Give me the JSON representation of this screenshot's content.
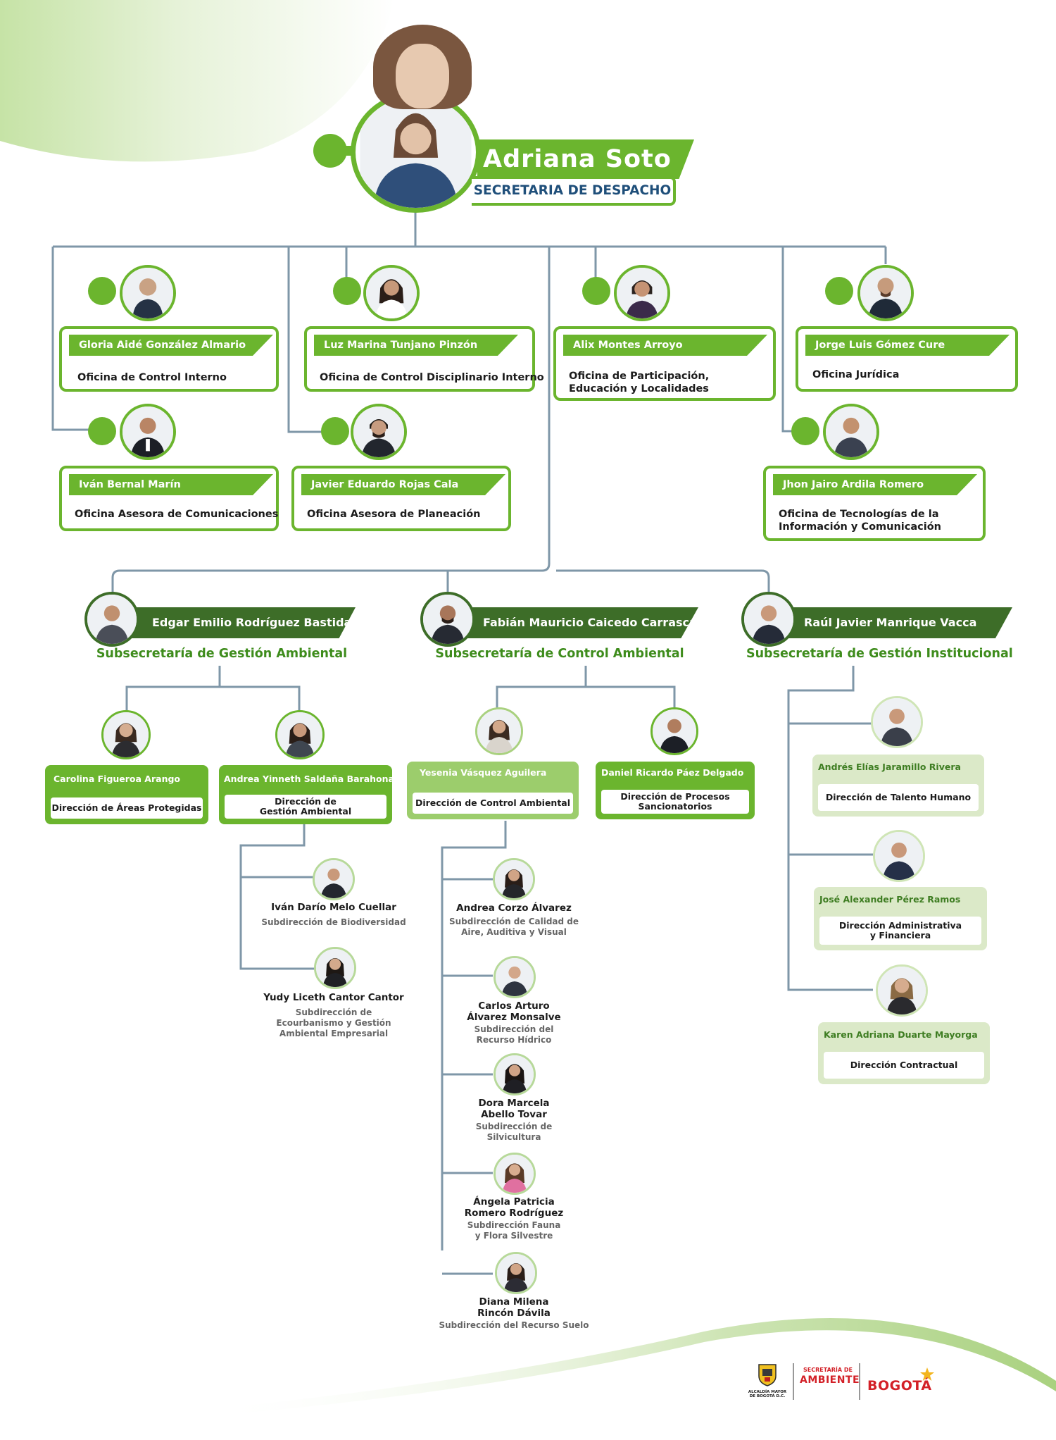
{
  "head": {
    "name": "Adriana Soto",
    "title": "SECRETARIA DE DESPACHO"
  },
  "offices": [
    {
      "name": "Gloria Aidé González Almario",
      "office": "Oficina de Control Interno"
    },
    {
      "name": "Luz Marina Tunjano Pinzón",
      "office": "Oficina de Control Disciplinario Interno"
    },
    {
      "name": "Alix Montes Arroyo",
      "office": "Oficina de Participación,\nEducación y Localidades"
    },
    {
      "name": "Jorge Luis Gómez Cure",
      "office": "Oficina Jurídica"
    },
    {
      "name": "Iván Bernal Marín",
      "office": "Oficina Asesora de Comunicaciones"
    },
    {
      "name": "Javier Eduardo Rojas Cala",
      "office": "Oficina Asesora de Planeación"
    },
    {
      "name": "Jhon Jairo Ardila Romero",
      "office": "Oficina de Tecnologías de la\nInformación y Comunicación"
    }
  ],
  "subsecretarias": [
    {
      "name": "Edgar Emilio Rodríguez Bastidas",
      "unit": "Subsecretaría de Gestión Ambiental"
    },
    {
      "name": "Fabián Mauricio Caicedo Carrascal",
      "unit": "Subsecretaría de Control Ambiental"
    },
    {
      "name": "Raúl Javier Manrique Vacca",
      "unit": "Subsecretaría de Gestión Institucional"
    }
  ],
  "direcciones": [
    {
      "name": "Carolina Figueroa Arango",
      "unit": "Dirección de Áreas Protegidas"
    },
    {
      "name": "Andrea Yinneth Saldaña Barahona",
      "unit": "Dirección de\nGestión Ambiental"
    },
    {
      "name": "Yesenia Vásquez Aguilera",
      "unit": "Dirección de Control Ambiental"
    },
    {
      "name": "Daniel Ricardo Páez Delgado",
      "unit": "Dirección de Procesos\nSancionatorios"
    },
    {
      "name": "Andrés Elías Jaramillo Rivera",
      "unit": "Dirección de Talento Humano"
    },
    {
      "name": "José Alexander Pérez Ramos",
      "unit": "Dirección Administrativa\ny Financiera"
    },
    {
      "name": "Karen Adriana Duarte Mayorga",
      "unit": "Dirección Contractual"
    }
  ],
  "subdirecciones": [
    {
      "name": "Iván Darío Melo Cuellar",
      "unit": "Subdirección de Biodiversidad"
    },
    {
      "name": "Yudy Liceth Cantor Cantor",
      "unit": "Subdirección de\nEcourbanismo y Gestión\nAmbiental Empresarial"
    },
    {
      "name": "Andrea Corzo Álvarez",
      "unit": "Subdirección de Calidad de\nAire, Auditiva y Visual"
    },
    {
      "name": "Carlos Arturo\nÁlvarez Monsalve",
      "unit": "Subdirección del\nRecurso Hídrico"
    },
    {
      "name": "Dora Marcela\nAbello Tovar",
      "unit": "Subdirección de\nSilvicultura"
    },
    {
      "name": "Ángela Patricia\nRomero Rodríguez",
      "unit": "Subdirección Fauna\ny Flora Silvestre"
    },
    {
      "name": "Diana Milena\nRincón Dávila",
      "unit": "Subdirección del Recurso Suelo"
    }
  ],
  "logos": {
    "alcaldia": "ALCALDÍA MAYOR\nDE BOGOTÁ D.C.",
    "secretaria_small": "SECRETARÍA DE",
    "secretaria_big": "AMBIENTE",
    "bogota": "BOGOTÁ"
  },
  "colors": {
    "green": "#6bb52e",
    "dark_green": "#3d6d28",
    "line": "#7f97a8",
    "title_blue": "#1f4f7a"
  },
  "icons": [
    "person-photo-icon",
    "connector-knob-icon",
    "coat-of-arms-icon",
    "star-icon"
  ]
}
